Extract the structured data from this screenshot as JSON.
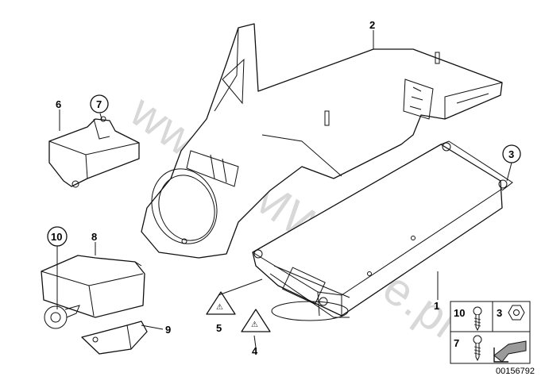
{
  "watermark": "www.BMWstore.pl",
  "callouts": {
    "c1": "1",
    "c2": "2",
    "c3": "3",
    "c4": "4",
    "c5": "5",
    "c6": "6",
    "c7": "7",
    "c8": "8",
    "c9": "9",
    "c10": "10"
  },
  "legend": {
    "cell_10": "10",
    "cell_3": "3",
    "cell_7": "7"
  },
  "diagram_id": "00156792",
  "colors": {
    "line": "#111111",
    "watermark": "#d8d8d8",
    "arrow_fill": "#9a9a9a"
  }
}
